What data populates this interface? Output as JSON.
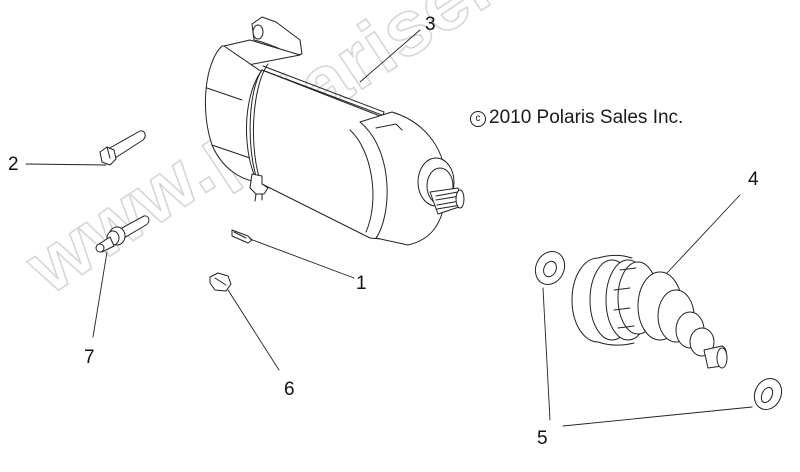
{
  "diagram": {
    "type": "exploded parts diagram",
    "subject": "starter motor assembly",
    "copyright": {
      "symbol": "c",
      "text": "2010 Polaris Sales Inc."
    },
    "watermark": "www.polarisersatzteile.de",
    "callouts": [
      {
        "id": "1",
        "label": "1",
        "part": "small clip / terminal"
      },
      {
        "id": "2",
        "label": "2",
        "part": "hex bolt"
      },
      {
        "id": "3",
        "label": "3",
        "part": "starter motor"
      },
      {
        "id": "4",
        "label": "4",
        "part": "starter drive / bendix gear"
      },
      {
        "id": "5",
        "label": "5",
        "part": "washers (2)"
      },
      {
        "id": "6",
        "label": "6",
        "part": "hex nut"
      },
      {
        "id": "7",
        "label": "7",
        "part": "stud with flange"
      }
    ],
    "colors": {
      "background": "#ffffff",
      "line": "#222222",
      "watermark_outline": "#d4d4d4"
    }
  }
}
